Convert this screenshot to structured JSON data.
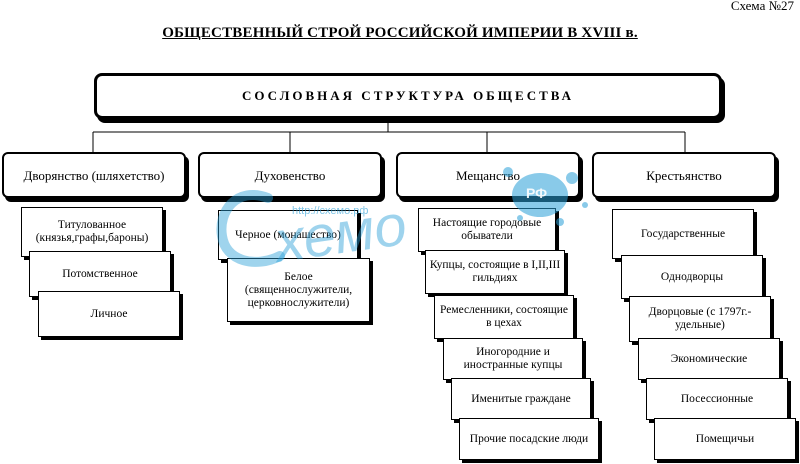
{
  "scheme_number": "Схема №27",
  "title": "ОБЩЕСТВЕННЫЙ СТРОЙ РОССИЙСКОЙ ИМПЕРИИ В XVIII в.",
  "main_box": "СОСЛОВНАЯ СТРУКТУРА ОБЩЕСТВА",
  "estates": {
    "nobility": {
      "label": "Дворянство (шляхетство)",
      "items": [
        "Титулованное (князья,графы,бароны)",
        "Потомственное",
        "Личное"
      ]
    },
    "clergy": {
      "label": "Духовенство",
      "items": [
        "Черное (монашество)",
        "Белое (священнослужители, церковнослужители)"
      ]
    },
    "townspeople": {
      "label": "Мещанство",
      "items": [
        "Настоящие городовые обыватели",
        "Купцы, состоящие в I,II,III гильдиях",
        "Ремесленники, состоящие в цехах",
        "Иногородние и иностранные купцы",
        "Именитые граждане",
        "Прочие посадские люди"
      ]
    },
    "peasantry": {
      "label": "Крестьянство",
      "items": [
        "Государственные",
        "Однодворцы",
        "Дворцовые (с 1797г.-удельные)",
        "Экономические",
        "Посессионные",
        "Помещичьи"
      ]
    }
  },
  "watermark": {
    "text": "Схемо.рф",
    "url": "http://схемо.рф",
    "color": "#2aa0d8"
  }
}
